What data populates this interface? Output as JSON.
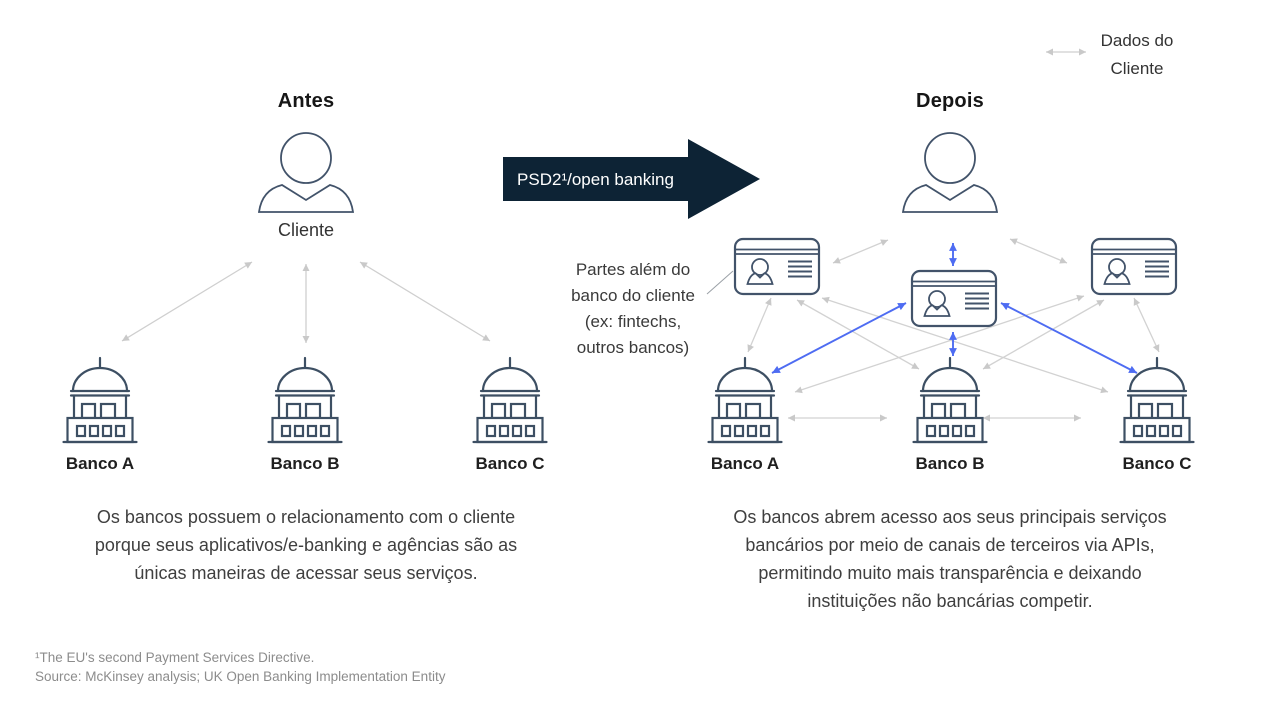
{
  "diagram": {
    "legend": {
      "lines": [
        "Dados do",
        "Cliente"
      ]
    },
    "transition": {
      "arrow_label": "PSD2¹/open banking"
    },
    "before": {
      "title": "Antes",
      "client_label": "Cliente",
      "banks": [
        "Banco A",
        "Banco B",
        "Banco C"
      ],
      "caption_lines": [
        "Os bancos possuem o relacionamento com o cliente",
        "porque seus aplicativos/e-banking e agências são as",
        "únicas maneiras de acessar seus serviços."
      ]
    },
    "after": {
      "title": "Depois",
      "banks": [
        "Banco A",
        "Banco B",
        "Banco C"
      ],
      "third_parties_note_lines": [
        "Partes além do",
        "banco do cliente",
        "(ex: fintechs,",
        "outros bancos)"
      ],
      "caption_lines": [
        "Os bancos abrem acesso aos seus principais serviços",
        "bancários por meio de canais de terceiros via APIs,",
        "permitindo muito mais transparência e deixando",
        "instituições não bancárias competir."
      ]
    },
    "footnote": "¹The EU's second Payment Services Directive.",
    "source": "Source: McKinsey analysis; UK Open Banking Implementation Entity",
    "colors": {
      "navy_arrow": "#0d2335",
      "data_arrow_blue": "#4e6cf2",
      "relation_arrow_gray": "#cfcfcf",
      "icon_stroke": "#42536a"
    }
  }
}
